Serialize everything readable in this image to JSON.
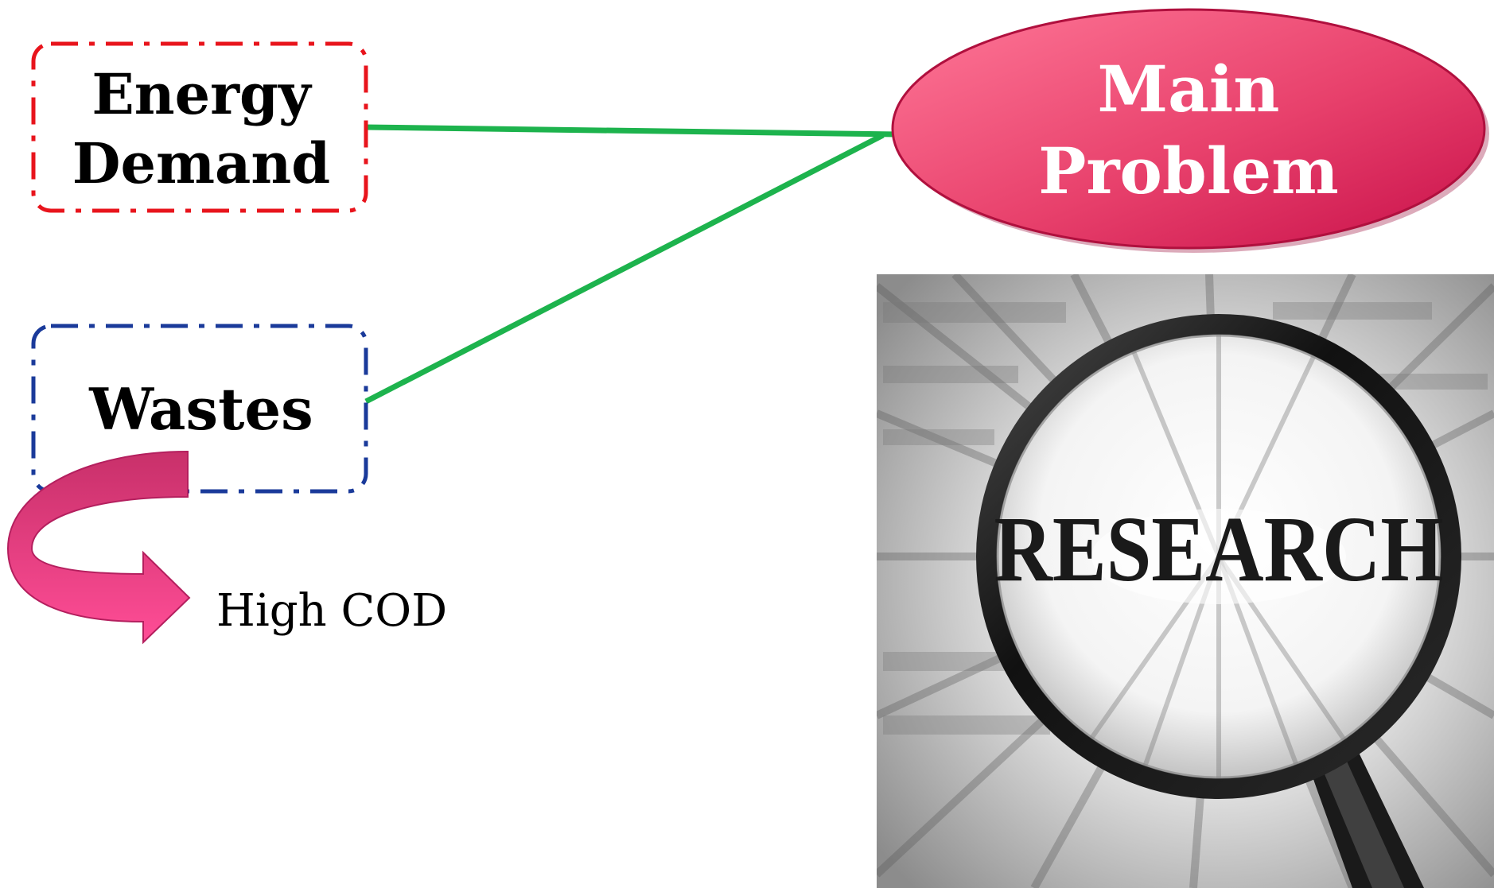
{
  "nodes": {
    "energy_demand": {
      "line1": "Energy",
      "line2": "Demand",
      "border_color": "#e8141c"
    },
    "wastes": {
      "label": "Wastes",
      "border_color": "#1a3a9a"
    },
    "main_problem": {
      "line1": "Main",
      "line2": "Problem",
      "fill_color": "#e0305f"
    },
    "high_cod": {
      "label": "High COD"
    }
  },
  "connectors": {
    "color": "#1db34d"
  },
  "curved_arrow": {
    "color": "#e0357a"
  },
  "research_image": {
    "label": "RESEARCH",
    "icon": "magnifying-glass-icon"
  }
}
